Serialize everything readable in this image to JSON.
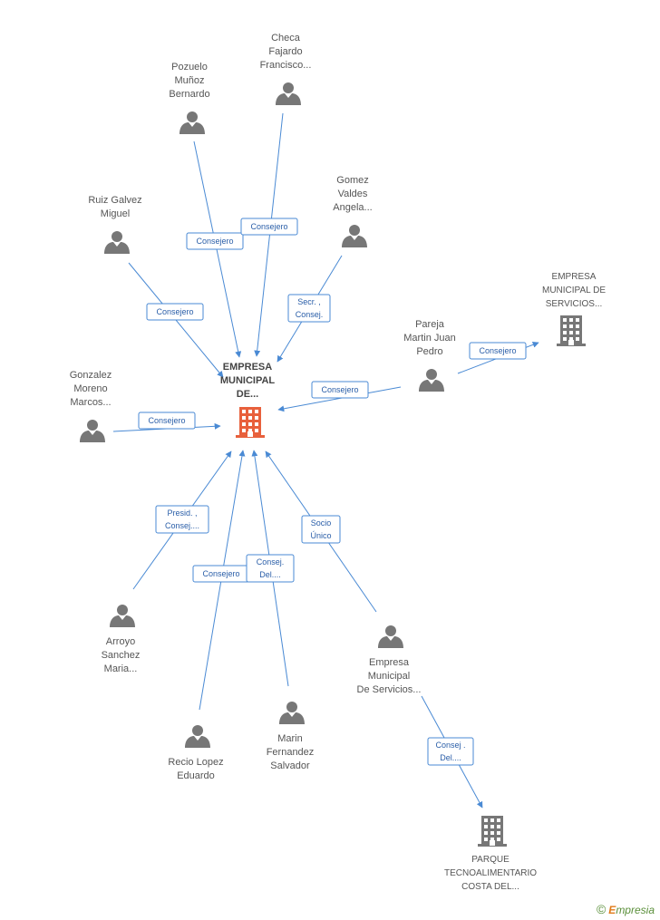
{
  "center": {
    "lines": [
      "EMPRESA",
      "MUNICIPAL",
      "DE..."
    ],
    "color": "#e8603c"
  },
  "persons": [
    {
      "id": "checa",
      "lines": [
        "Checa",
        "Fajardo",
        "Francisco..."
      ]
    },
    {
      "id": "pozuelo",
      "lines": [
        "Pozuelo",
        "Muñoz",
        "Bernardo"
      ]
    },
    {
      "id": "gomez",
      "lines": [
        "Gomez",
        "Valdes",
        "Angela..."
      ]
    },
    {
      "id": "ruiz",
      "lines": [
        "Ruiz Galvez",
        "Miguel"
      ]
    },
    {
      "id": "pareja",
      "lines": [
        "Pareja",
        "Martin Juan",
        "Pedro"
      ]
    },
    {
      "id": "gonzalez",
      "lines": [
        "Gonzalez",
        "Moreno",
        "Marcos..."
      ]
    },
    {
      "id": "arroyo",
      "lines": [
        "Arroyo",
        "Sanchez",
        "Maria..."
      ]
    },
    {
      "id": "recio",
      "lines": [
        "Recio Lopez",
        "Eduardo"
      ]
    },
    {
      "id": "marin",
      "lines": [
        "Marin",
        "Fernandez",
        "Salvador"
      ]
    },
    {
      "id": "empresa_mun",
      "lines": [
        "Empresa",
        "Municipal",
        "De Servicios..."
      ]
    }
  ],
  "companies": [
    {
      "id": "emp_servicios",
      "lines": [
        "EMPRESA",
        "MUNICIPAL DE",
        "SERVICIOS..."
      ]
    },
    {
      "id": "parque",
      "lines": [
        "PARQUE",
        "TECNOALIMENTARIO",
        "COSTA DEL..."
      ]
    }
  ],
  "edges": [
    {
      "from": "pozuelo",
      "to": "center",
      "label": [
        "Consejero"
      ]
    },
    {
      "from": "checa",
      "to": "center",
      "label": [
        "Consejero"
      ]
    },
    {
      "from": "gomez",
      "to": "center",
      "label": [
        "Secr. ,",
        "Consej."
      ]
    },
    {
      "from": "ruiz",
      "to": "center",
      "label": [
        "Consejero"
      ]
    },
    {
      "from": "pareja",
      "to": "center",
      "label": [
        "Consejero"
      ]
    },
    {
      "from": "pareja",
      "to": "emp_servicios",
      "label": [
        "Consejero"
      ]
    },
    {
      "from": "gonzalez",
      "to": "center",
      "label": [
        "Consejero"
      ]
    },
    {
      "from": "arroyo",
      "to": "center",
      "label": [
        "Presid. ,",
        "Consej...."
      ]
    },
    {
      "from": "recio",
      "to": "center",
      "label": [
        "Consejero"
      ]
    },
    {
      "from": "marin",
      "to": "center",
      "label": [
        "Consej.",
        "Del...."
      ]
    },
    {
      "from": "empresa_mun",
      "to": "center",
      "label": [
        "Socio",
        "Único"
      ]
    },
    {
      "from": "empresa_mun",
      "to": "parque",
      "label": [
        "Consej .",
        "Del...."
      ]
    }
  ],
  "icons": {
    "person": "person-icon",
    "company": "building-icon"
  },
  "colors": {
    "edge": "#4a8ad4",
    "person": "#777777",
    "company": "#777777",
    "center": "#e8603c"
  },
  "watermark": {
    "symbol": "©",
    "brand_initial": "E",
    "brand_rest": "mpresia"
  }
}
